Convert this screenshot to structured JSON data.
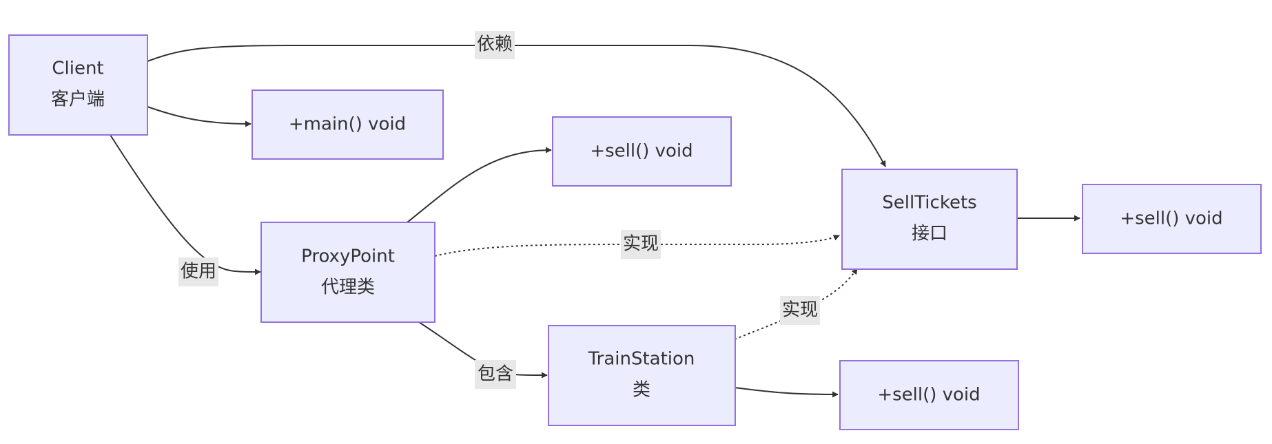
{
  "colors": {
    "node_fill": "#ECECFF",
    "node_border": "#9370DB",
    "edge": "#333333",
    "label_bg": "#E8E8E8",
    "text": "#333333"
  },
  "nodes": {
    "client": {
      "line1": "Client",
      "line2": "客户端"
    },
    "client_main": {
      "label": "+main() void"
    },
    "proxy": {
      "line1": "ProxyPoint",
      "line2": "代理类"
    },
    "proxy_sell": {
      "label": "+sell() void"
    },
    "selltickets": {
      "line1": "SellTickets",
      "line2": "接口"
    },
    "selltickets_sell": {
      "label": "+sell() void"
    },
    "trainstation": {
      "line1": "TrainStation",
      "line2": "类"
    },
    "trainstation_sell": {
      "label": "+sell() void"
    }
  },
  "edges": {
    "client_selltickets": {
      "label": "依赖"
    },
    "client_proxy": {
      "label": "使用"
    },
    "proxy_selltickets": {
      "label": "实现"
    },
    "proxy_trainstation": {
      "label": "包含"
    },
    "trainstation_selltickets": {
      "label": "实现"
    }
  }
}
